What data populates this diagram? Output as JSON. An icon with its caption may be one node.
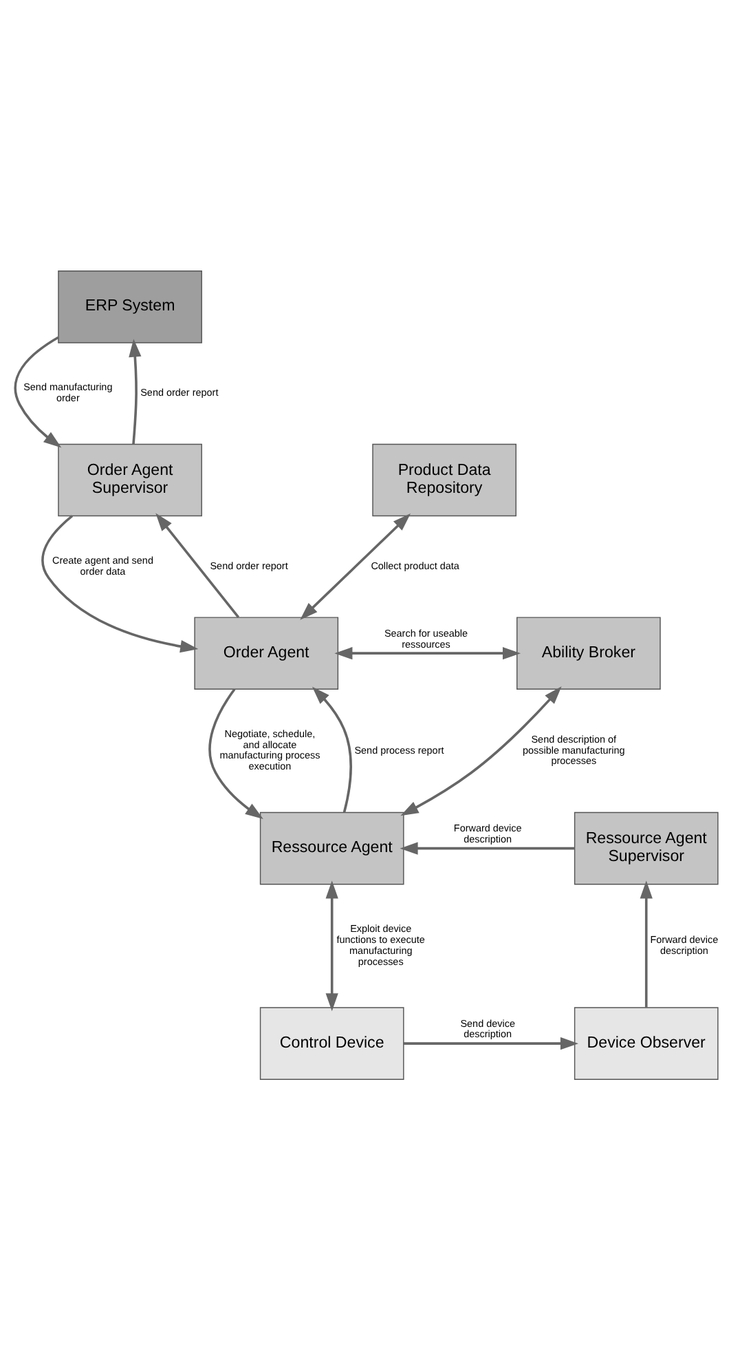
{
  "diagram": {
    "nodes": [
      {
        "text": [
          "ERP System"
        ]
      },
      {
        "text": [
          "Order Agent Supervisor"
        ]
      },
      {
        "text": [
          "Product Data Repository"
        ]
      },
      {
        "text": [
          "Order Agent"
        ]
      },
      {
        "text": [
          "Ability Broker"
        ]
      },
      {
        "text": [
          "Ressource Agent"
        ]
      },
      {
        "text": [
          "Ressource Agent Supervisor"
        ]
      },
      {
        "text": [
          "Control Device"
        ]
      },
      {
        "text": [
          "Device Observer"
        ]
      }
    ],
    "edges": [
      {
        "from": 0,
        "to": 1,
        "arrow": "to",
        "label": "Send manufacturing order"
      },
      {
        "from": 1,
        "to": 0,
        "arrow": "to",
        "label": "Send order report"
      },
      {
        "from": 1,
        "to": 3,
        "arrow": "to",
        "label": "Create agent and send order data"
      },
      {
        "from": 3,
        "to": 1,
        "arrow": "to",
        "label": "Send order report"
      },
      {
        "from": 3,
        "to": 2,
        "arrow": "both",
        "label": "Collect product data"
      },
      {
        "from": 3,
        "to": 4,
        "arrow": "both",
        "label": "Search for useable ressources"
      },
      {
        "from": 3,
        "to": 5,
        "arrow": "to",
        "label": "Negotiate, schedule, and allocate manufacturing process execution"
      },
      {
        "from": 5,
        "to": 3,
        "arrow": "to",
        "label": "Send process report"
      },
      {
        "from": 5,
        "to": 4,
        "arrow": "both",
        "label": "Send description of possible manufacturing processes"
      },
      {
        "from": 6,
        "to": 5,
        "arrow": "to",
        "label": "Forward device description"
      },
      {
        "from": 5,
        "to": 7,
        "arrow": "both",
        "label": "Exploit device functions to execute manufacturing processes"
      },
      {
        "from": 7,
        "to": 8,
        "arrow": "to",
        "label": "Send device description"
      },
      {
        "from": 8,
        "to": 6,
        "arrow": "to",
        "label": "Forward device description"
      }
    ]
  }
}
